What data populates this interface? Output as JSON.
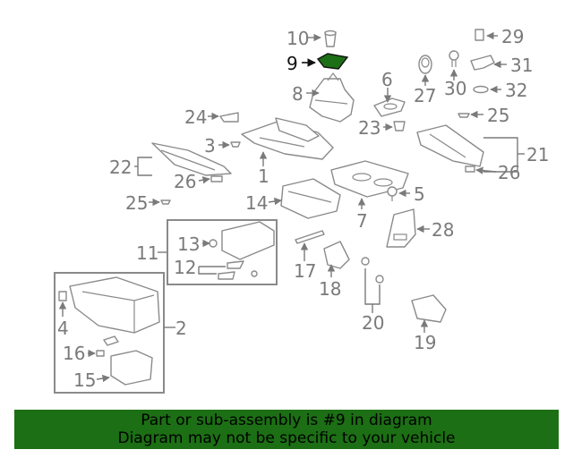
{
  "callouts": [
    "1",
    "2",
    "3",
    "4",
    "5",
    "6",
    "7",
    "8",
    "9",
    "10",
    "11",
    "12",
    "13",
    "14",
    "15",
    "16",
    "17",
    "18",
    "19",
    "20",
    "21",
    "22",
    "23",
    "24",
    "25",
    "25",
    "26",
    "26",
    "27",
    "28",
    "29",
    "30",
    "31",
    "32"
  ],
  "selected_callout": "9",
  "highlight_color": "#1c6f14",
  "line_color": "#8a8a8a",
  "banner": {
    "line1": "Part or sub-assembly is #9 in diagram",
    "line2": "Diagram may not be specific to your vehicle"
  }
}
